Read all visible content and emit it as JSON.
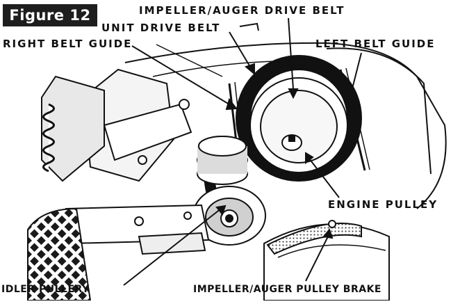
{
  "figure": {
    "badge_text": "Figure 12"
  },
  "labels": {
    "impeller_auger_drive_belt": "IMPELLER/AUGER DRIVE BELT",
    "unit_drive_belt": "UNIT DRIVE BELT",
    "right_belt_guide": "RIGHT BELT GUIDE",
    "left_belt_guide": "LEFT BELT GUIDE",
    "engine_pulley": "ENGINE PULLEY",
    "idler_pulley": "IDLER PULLERY",
    "impeller_auger_pulley_brake": "IMPELLER/AUGER PULLEY BRAKE"
  },
  "colors": {
    "ink": "#111111",
    "paper": "#ffffff",
    "shade": "#d9d9d9",
    "badge": "#1e1e1e"
  }
}
